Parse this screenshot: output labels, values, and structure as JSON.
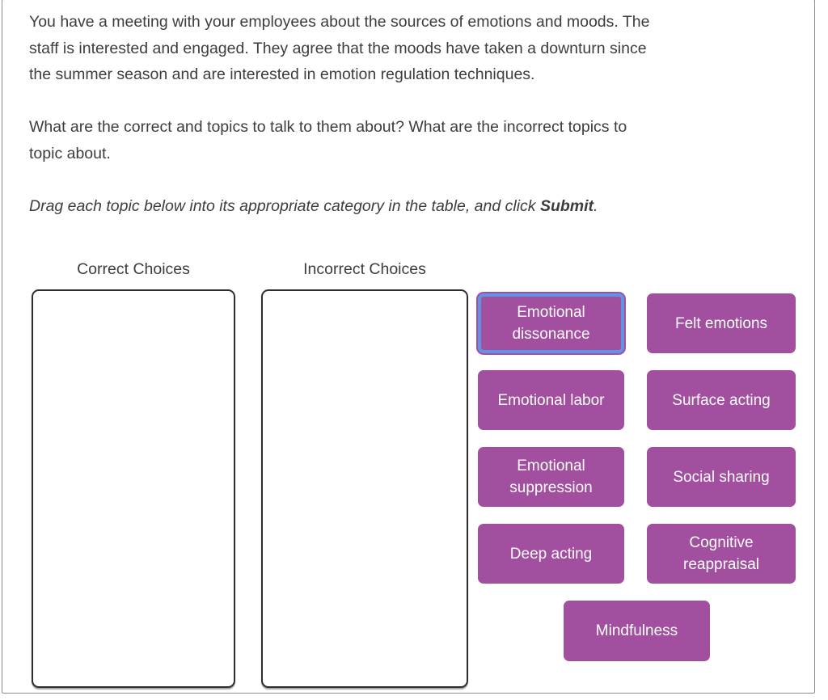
{
  "intro": {
    "p1_lines": [
      "You have a meeting with your employees about the sources of emotions and moods. The",
      "staff is interested and engaged. They agree that the moods have taken a downturn since",
      "the summer season and are interested in emotion regulation techniques."
    ],
    "p2_lines": [
      "What are the correct and topics to talk to them about? What are the incorrect topics to",
      "topic about."
    ],
    "p3_prefix": "Drag each topic below into its appropriate category in the table, and click ",
    "p3_submit": "Submit",
    "p3_suffix": "."
  },
  "board": {
    "correct_label": "Correct Choices",
    "incorrect_label": "Incorrect Choices"
  },
  "chips": [
    {
      "label": "Emotional dissonance",
      "selected": true
    },
    {
      "label": "Felt emotions",
      "selected": false
    },
    {
      "label": "Emotional labor",
      "selected": false
    },
    {
      "label": "Surface acting",
      "selected": false
    },
    {
      "label": "Emotional suppression",
      "selected": false
    },
    {
      "label": "Social sharing",
      "selected": false
    },
    {
      "label": "Deep acting",
      "selected": false
    },
    {
      "label": "Cognitive reappraisal",
      "selected": false
    },
    {
      "label": "Mindfulness",
      "selected": false
    }
  ],
  "colors": {
    "chip_bg": "#A24FA0",
    "chip_text": "#FFFFFF",
    "focus_ring": "#5E93E6",
    "box_border": "#2E2E2E",
    "container_border": "#8C8C8C",
    "text_color": "#3D3D3D"
  }
}
